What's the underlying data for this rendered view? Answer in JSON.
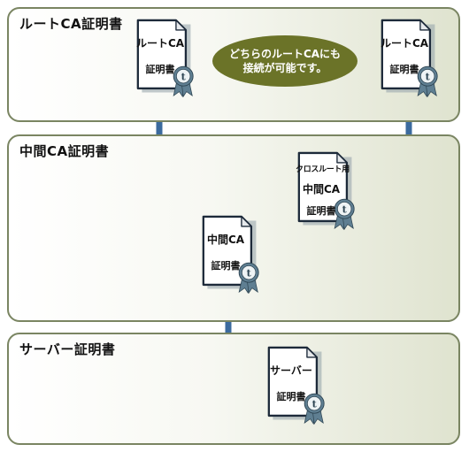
{
  "sections": {
    "root": {
      "title": "ルートCA証明書"
    },
    "intermediate": {
      "title": "中間CA証明書"
    },
    "server": {
      "title": "サーバー証明書"
    }
  },
  "certificates": {
    "root_left": {
      "line1": "ルートCA",
      "line2": "証明書"
    },
    "root_right": {
      "line1": "ルートCA",
      "line2": "証明書"
    },
    "cross": {
      "line0": "クロスルート用",
      "line1": "中間CA",
      "line2": "証明書"
    },
    "intermediate": {
      "line1": "中間CA",
      "line2": "証明書"
    },
    "server": {
      "line1": "サーバー",
      "line2": "証明書"
    }
  },
  "note": {
    "line1": "どちらのルートCAにも",
    "line2": "接続が可能です。"
  },
  "colors": {
    "arrow": "#3b6a9e",
    "section_border": "#7a8562",
    "note_bg": "#6b7328",
    "seal": "#5f7f92"
  }
}
